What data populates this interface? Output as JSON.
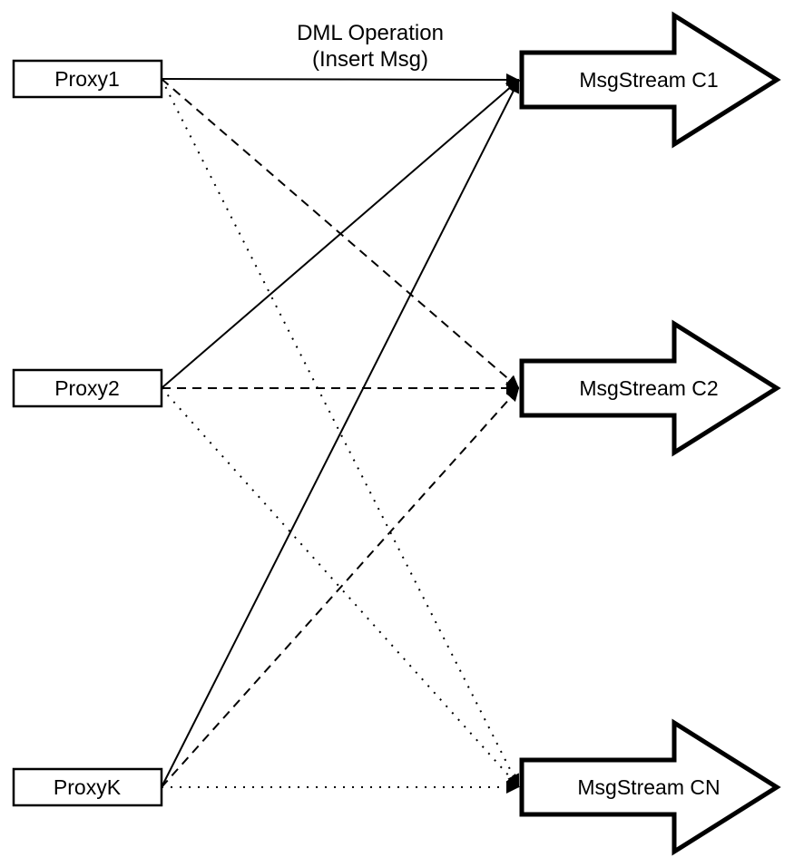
{
  "title": {
    "line1": "DML Operation",
    "line2": "(Insert Msg)"
  },
  "colors": {
    "background": "#ffffff",
    "stroke": "#000000",
    "shape_fill": "#ffffff"
  },
  "proxies": [
    {
      "label": "Proxy1"
    },
    {
      "label": "Proxy2"
    },
    {
      "label": "ProxyK"
    }
  ],
  "streams": [
    {
      "label": "MsgStream C1"
    },
    {
      "label": "MsgStream C2"
    },
    {
      "label": "MsgStream CN"
    }
  ],
  "edges": [
    {
      "from": "Proxy1",
      "to": "MsgStream C1",
      "style": "solid"
    },
    {
      "from": "Proxy2",
      "to": "MsgStream C1",
      "style": "solid"
    },
    {
      "from": "ProxyK",
      "to": "MsgStream C1",
      "style": "solid"
    },
    {
      "from": "Proxy1",
      "to": "MsgStream C2",
      "style": "dashed"
    },
    {
      "from": "Proxy2",
      "to": "MsgStream C2",
      "style": "dashed"
    },
    {
      "from": "ProxyK",
      "to": "MsgStream C2",
      "style": "dashed"
    },
    {
      "from": "Proxy1",
      "to": "MsgStream CN",
      "style": "dotted"
    },
    {
      "from": "Proxy2",
      "to": "MsgStream CN",
      "style": "dotted"
    },
    {
      "from": "ProxyK",
      "to": "MsgStream CN",
      "style": "dotted"
    }
  ]
}
